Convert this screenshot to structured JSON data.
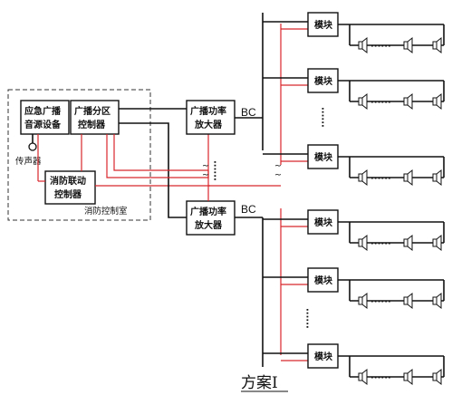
{
  "control_room": {
    "label": "消防控制室",
    "emergency_source": [
      "应急广播",
      "音源设备"
    ],
    "zone_controller": [
      "广播分区",
      "控制器"
    ],
    "fire_linkage": [
      "消防联动",
      "控制器"
    ],
    "microphone": "传声器"
  },
  "amplifiers": [
    {
      "label": [
        "广播功率",
        "放大器"
      ],
      "bus": "BC"
    },
    {
      "label": [
        "广播功率",
        "放大器"
      ],
      "bus": "BC"
    }
  ],
  "module_label": "模块",
  "ellipsis": "······",
  "caption": "方案Ⅰ",
  "colors": {
    "power_line": "#111111",
    "control_line": "#d8262b"
  }
}
